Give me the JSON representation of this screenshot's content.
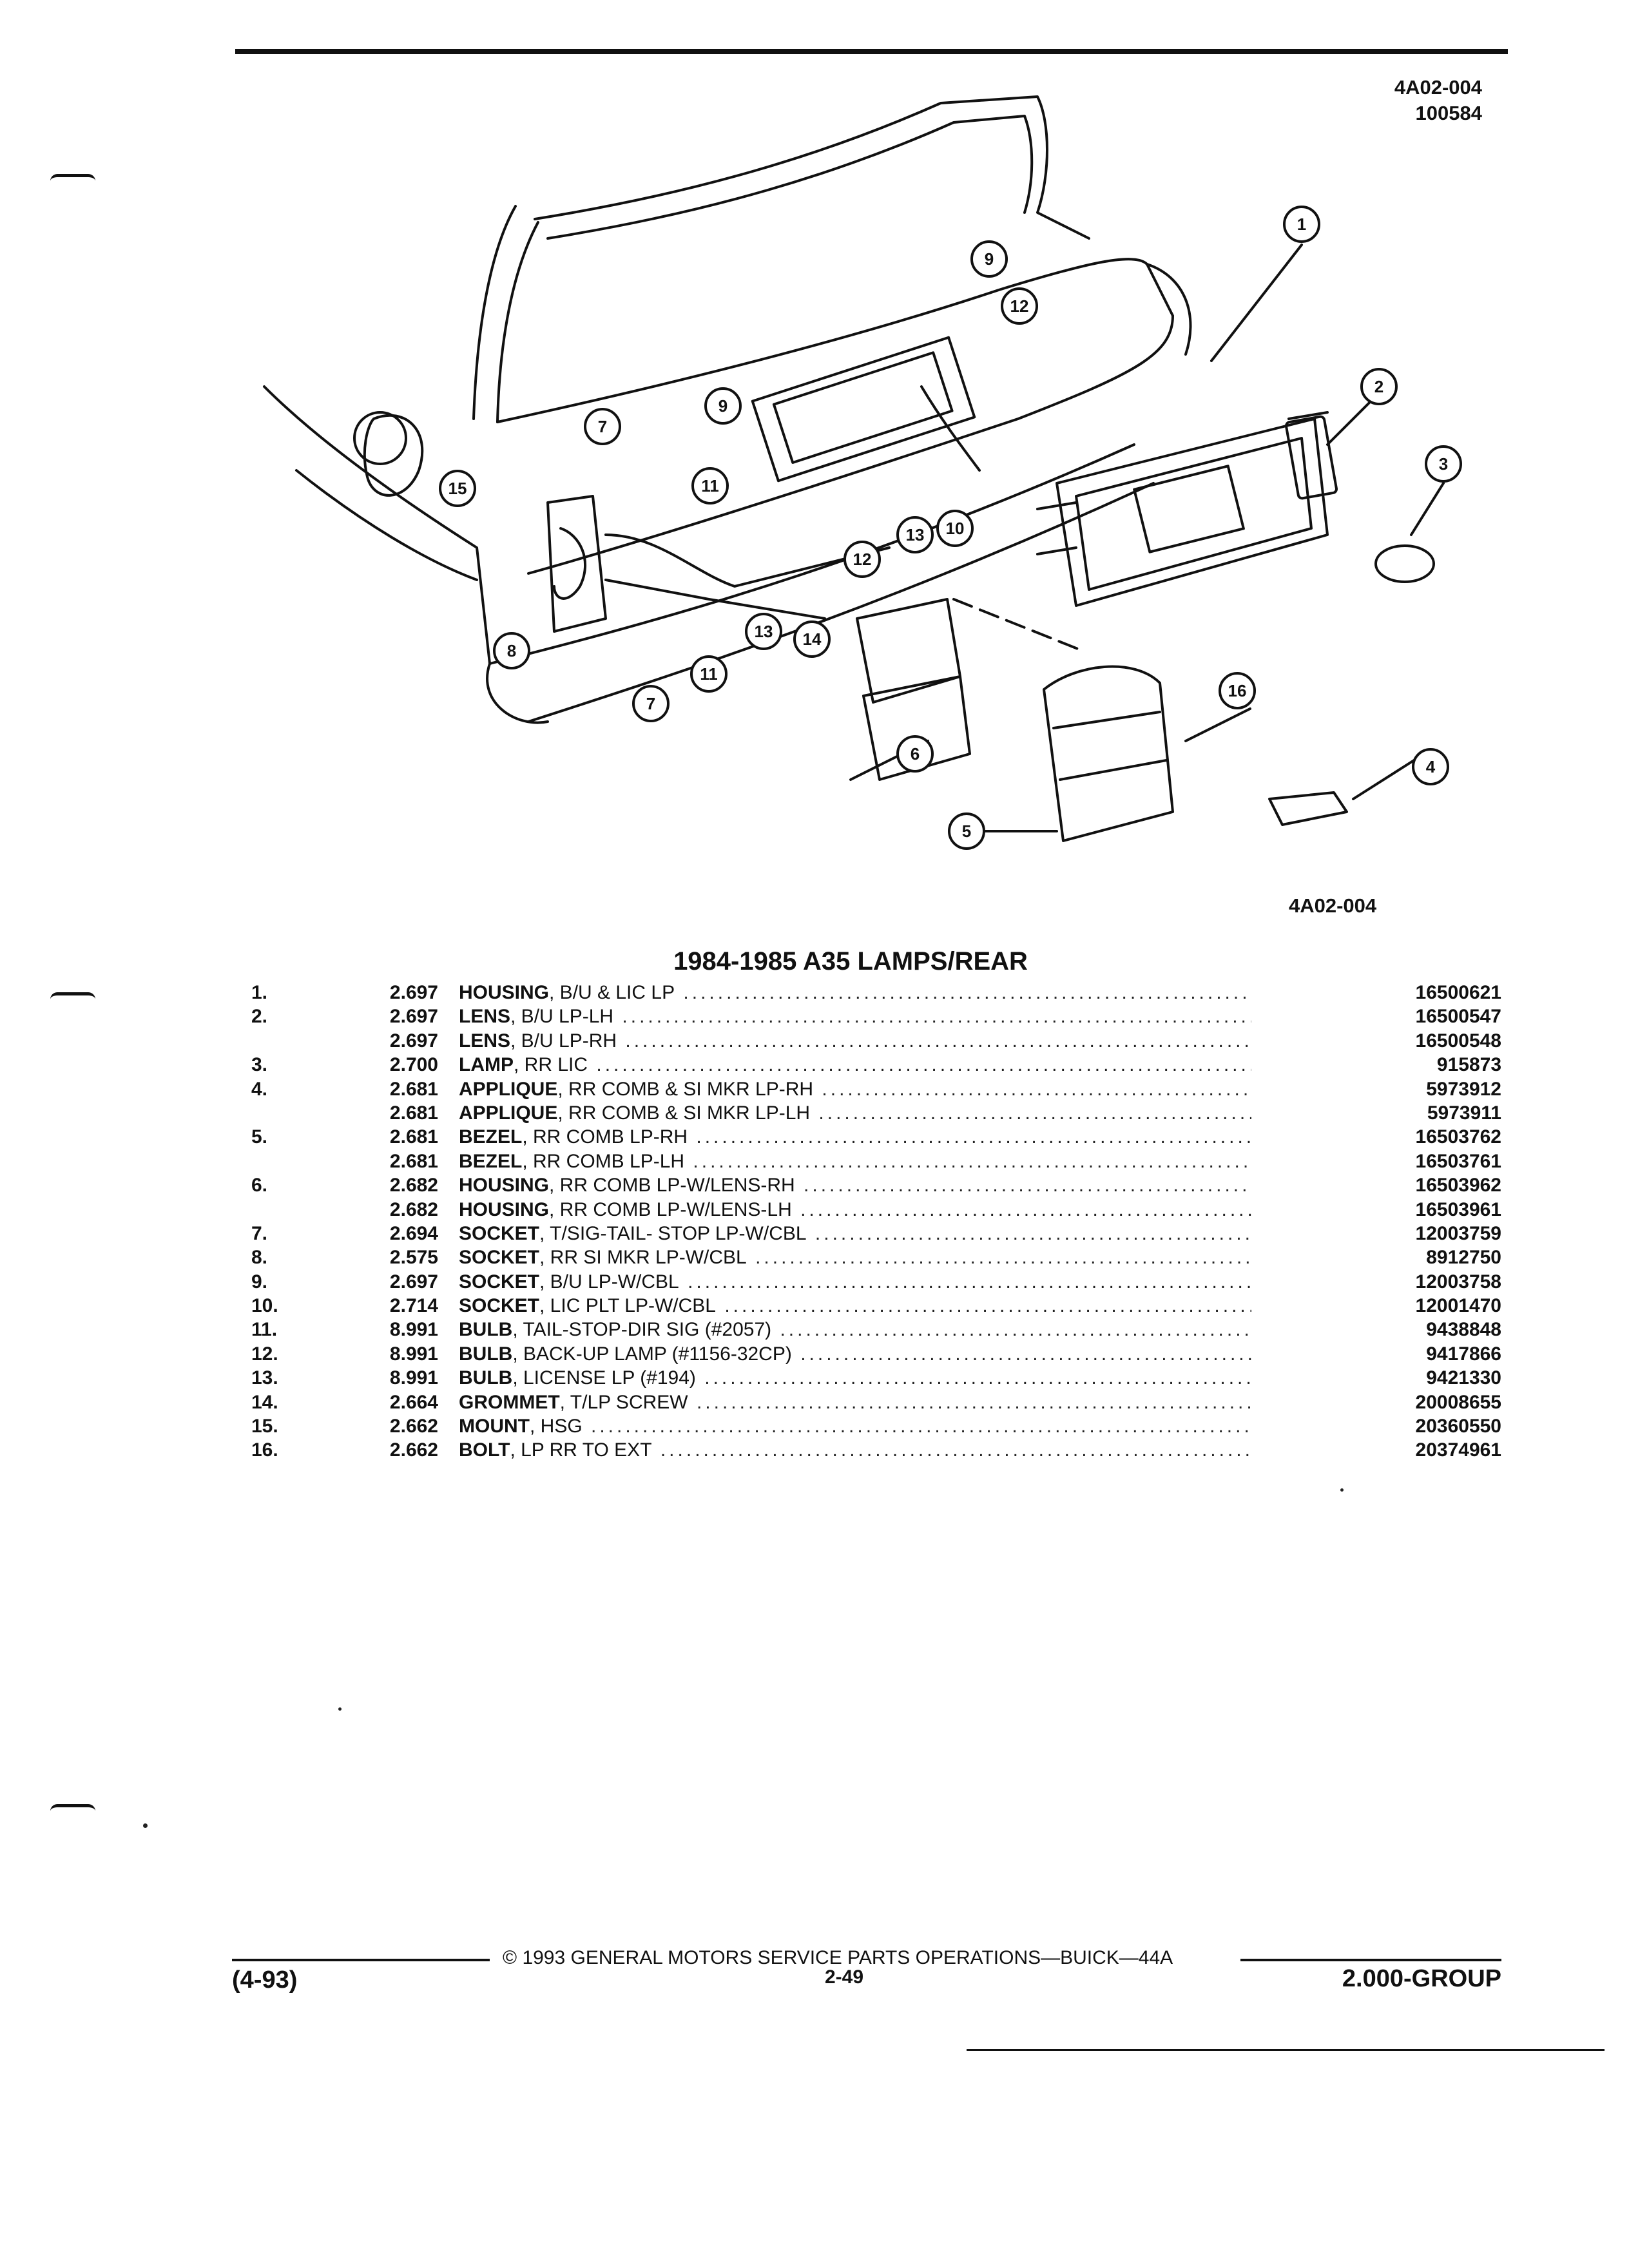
{
  "header": {
    "code_1": "4A02-004",
    "code_2": "100584"
  },
  "diagram": {
    "code": "4A02-004",
    "callouts": [
      "1",
      "2",
      "3",
      "4",
      "5",
      "6",
      "7",
      "7",
      "8",
      "9",
      "9",
      "10",
      "11",
      "11",
      "12",
      "12",
      "13",
      "13",
      "14",
      "15",
      "16"
    ]
  },
  "title": "1984-1985 A35 LAMPS/REAR",
  "parts": [
    {
      "num": "1.",
      "group": "2.697",
      "name": "HOUSING",
      "desc": ", B/U & LIC LP",
      "part_no": "16500621"
    },
    {
      "num": "2.",
      "group": "2.697",
      "name": "LENS",
      "desc": ", B/U LP-LH",
      "part_no": "16500547"
    },
    {
      "num": "",
      "group": "2.697",
      "name": "LENS",
      "desc": ", B/U LP-RH",
      "part_no": "16500548"
    },
    {
      "num": "3.",
      "group": "2.700",
      "name": "LAMP",
      "desc": ", RR LIC",
      "part_no": "915873"
    },
    {
      "num": "4.",
      "group": "2.681",
      "name": "APPLIQUE",
      "desc": ", RR COMB & SI MKR LP-RH",
      "part_no": "5973912"
    },
    {
      "num": "",
      "group": "2.681",
      "name": "APPLIQUE",
      "desc": ", RR COMB & SI MKR LP-LH",
      "part_no": "5973911"
    },
    {
      "num": "5.",
      "group": "2.681",
      "name": "BEZEL",
      "desc": ", RR COMB LP-RH",
      "part_no": "16503762"
    },
    {
      "num": "",
      "group": "2.681",
      "name": "BEZEL",
      "desc": ", RR COMB LP-LH",
      "part_no": "16503761"
    },
    {
      "num": "6.",
      "group": "2.682",
      "name": "HOUSING",
      "desc": ", RR COMB LP-W/LENS-RH",
      "part_no": "16503962"
    },
    {
      "num": "",
      "group": "2.682",
      "name": "HOUSING",
      "desc": ", RR COMB LP-W/LENS-LH",
      "part_no": "16503961"
    },
    {
      "num": "7.",
      "group": "2.694",
      "name": "SOCKET",
      "desc": ", T/SIG-TAIL- STOP LP-W/CBL",
      "part_no": "12003759"
    },
    {
      "num": "8.",
      "group": "2.575",
      "name": "SOCKET",
      "desc": ", RR SI MKR LP-W/CBL",
      "part_no": "8912750"
    },
    {
      "num": "9.",
      "group": "2.697",
      "name": "SOCKET",
      "desc": ", B/U LP-W/CBL",
      "part_no": "12003758"
    },
    {
      "num": "10.",
      "group": "2.714",
      "name": "SOCKET",
      "desc": ", LIC PLT LP-W/CBL",
      "part_no": "12001470"
    },
    {
      "num": "11.",
      "group": "8.991",
      "name": "BULB",
      "desc": ", TAIL-STOP-DIR SIG (#2057)",
      "part_no": "9438848"
    },
    {
      "num": "12.",
      "group": "8.991",
      "name": "BULB",
      "desc": ", BACK-UP LAMP (#1156-32CP)",
      "part_no": "9417866"
    },
    {
      "num": "13.",
      "group": "8.991",
      "name": "BULB",
      "desc": ", LICENSE LP (#194)",
      "part_no": "9421330"
    },
    {
      "num": "14.",
      "group": "2.664",
      "name": "GROMMET",
      "desc": ", T/LP SCREW",
      "part_no": "20008655"
    },
    {
      "num": "15.",
      "group": "2.662",
      "name": "MOUNT",
      "desc": ", HSG",
      "part_no": "20360550"
    },
    {
      "num": "16.",
      "group": "2.662",
      "name": "BOLT",
      "desc": ", LP RR TO EXT",
      "part_no": "20374961"
    }
  ],
  "footer": {
    "date": "(4-93)",
    "copyright": "© 1993 GENERAL MOTORS SERVICE PARTS OPERATIONS—BUICK—44A",
    "page": "2-49",
    "group": "2.000-GROUP"
  }
}
